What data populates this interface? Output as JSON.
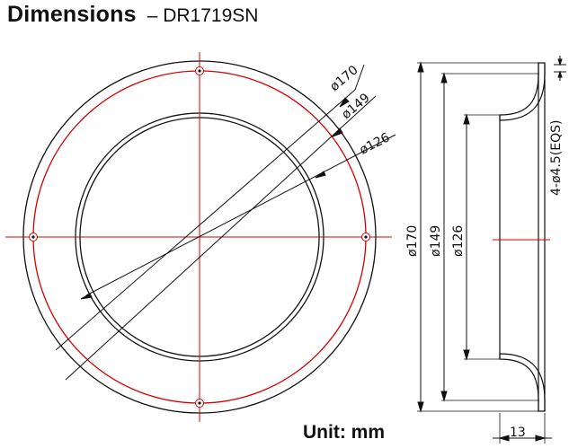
{
  "heading": {
    "title": "Dimensions",
    "model": "– DR1719SN"
  },
  "front_view": {
    "labels": {
      "outer": "ø170",
      "bolt_circle": "ø149",
      "inner": "ø126"
    }
  },
  "side_view": {
    "labels": {
      "outer": "ø170",
      "bolt_circle": "ø149",
      "inner": "ø126",
      "holes": "4-ø4.5(EQS)",
      "depth": "13"
    }
  },
  "unit_label": "Unit: mm",
  "colors": {
    "line": "#111111",
    "center_line": "#d40000",
    "background": "#ffffff"
  }
}
